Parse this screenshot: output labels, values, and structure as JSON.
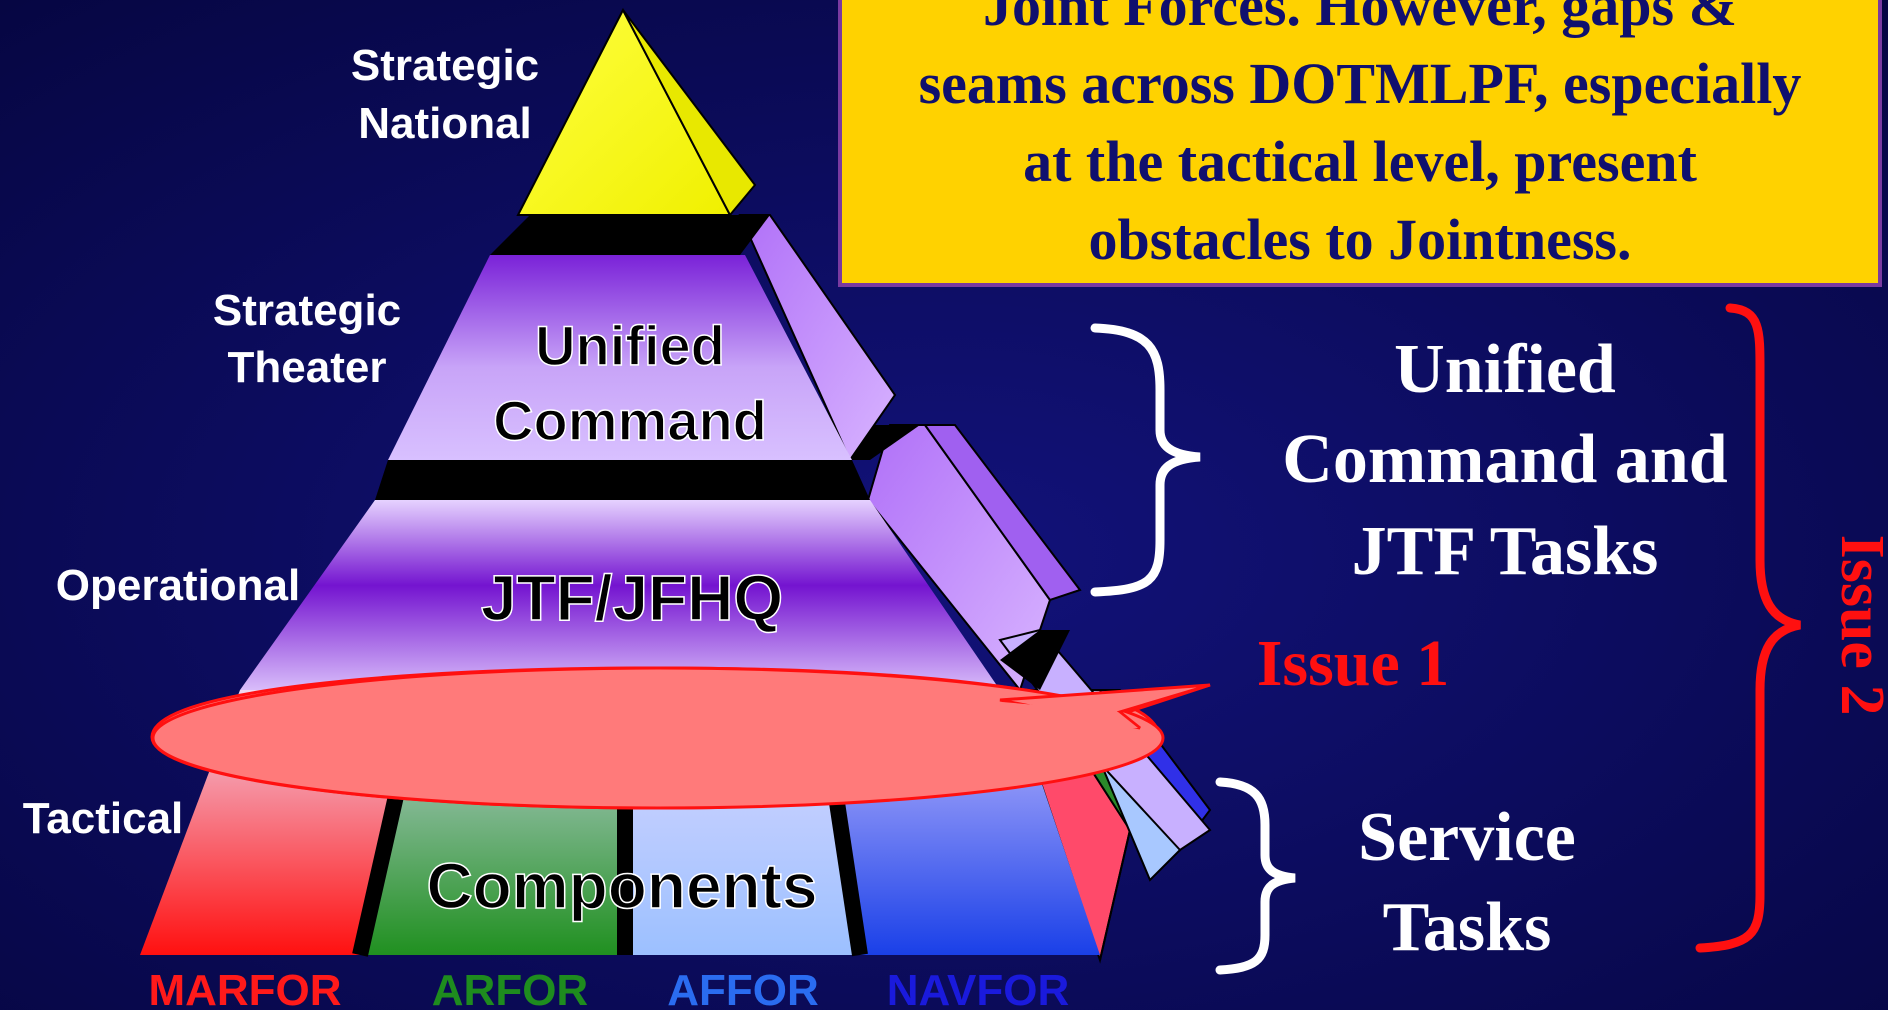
{
  "levels": {
    "strategic_national": [
      "Strategic",
      "National"
    ],
    "strategic_theater": [
      "Strategic",
      "Theater"
    ],
    "operational": "Operational",
    "tactical": "Tactical"
  },
  "tiers": {
    "unified_command": [
      "Unified",
      "Command"
    ],
    "jtf": "JTF/JFHQ",
    "components": "Components"
  },
  "forces": [
    {
      "label": "MARFOR",
      "color": "#ff1a1a"
    },
    {
      "label": "ARFOR",
      "color": "#1e8c1e"
    },
    {
      "label": "AFFOR",
      "color": "#2a6cf0"
    },
    {
      "label": "NAVFOR",
      "color": "#1a1adc"
    }
  ],
  "callout_box": {
    "lines": [
      "Joint Forces.  However, gaps &",
      "seams across DOTMLPF, especially",
      "at the tactical level, present",
      "obstacles to Jointness."
    ]
  },
  "right_labels": {
    "unified_tasks": [
      "Unified",
      "Command and",
      "JTF Tasks"
    ],
    "service_tasks": [
      "Service",
      "Tasks"
    ],
    "issue1": "Issue 1",
    "issue2": "Issue 2"
  },
  "colors": {
    "background": "#0a0a5a",
    "callout_fill": "#ffd200",
    "callout_text": "#10106e",
    "issue_red": "#ff1010",
    "ellipse_fill": "#ff7a7a"
  }
}
